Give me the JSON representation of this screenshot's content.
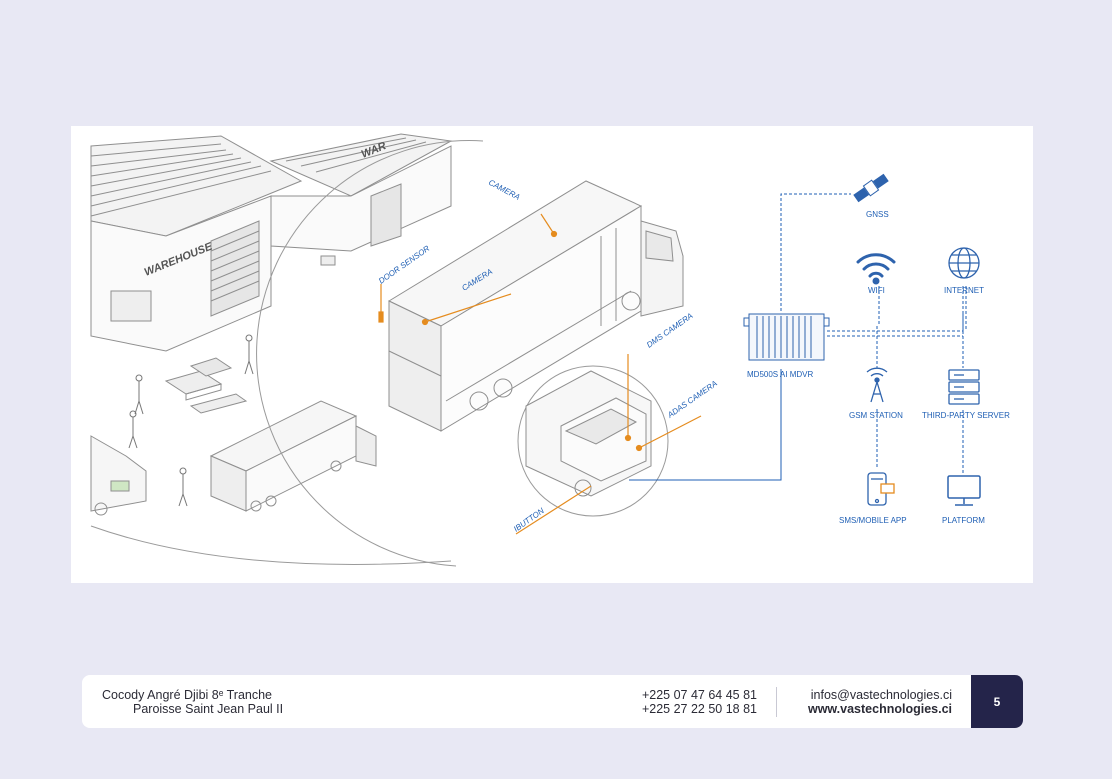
{
  "diagram": {
    "labels": {
      "warehouse_left": "WAREHOUSE",
      "warehouse_right": "WAR",
      "door_sensor": "DOOR SENSOR",
      "camera_top": "CAMERA",
      "camera_inner": "CAMERA",
      "dms_camera": "DMS CAMERA",
      "adas_camera": "ADAS CAMERA",
      "ibutton": "IBUTTON",
      "mdvr": "MD500S AI MDVR",
      "gnss": "GNSS",
      "wifi": "WIFI",
      "internet": "INTERNET",
      "gsm_station": "GSM STATION",
      "third_party_server": "THIRD-PARTY SERVER",
      "sms_mobile_app": "SMS/MOBILE APP",
      "platform": "PLATFORM"
    },
    "colors": {
      "accent_blue": "#1f5fb4",
      "callout_orange": "#e58c1f",
      "sketch_gray": "#8f8f8f",
      "icon_blue": "#2e63ad"
    }
  },
  "footer": {
    "address_line1": "Cocody Angré Djibi 8ᵉ Tranche",
    "address_line2": "Paroisse Saint Jean Paul II",
    "phone1": "+225 07 47 64 45 81",
    "phone2": "+225 27 22 50 18 81",
    "email": "infos@vastechnologies.ci",
    "website": "www.vastechnologies.ci",
    "page_number": "5"
  }
}
